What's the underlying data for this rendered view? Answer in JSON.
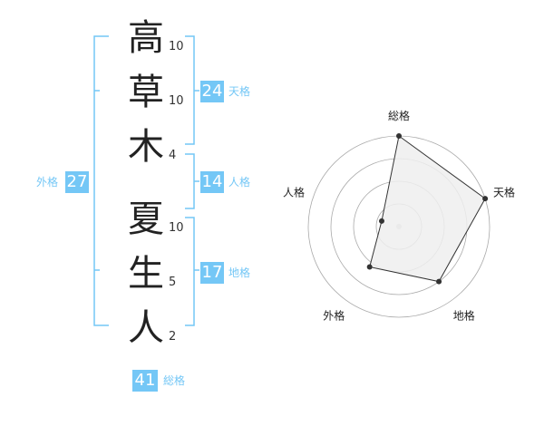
{
  "name": {
    "chars": [
      {
        "char": "高",
        "strokes": "10"
      },
      {
        "char": "草",
        "strokes": "10"
      },
      {
        "char": "木",
        "strokes": "4"
      },
      {
        "char": "夏",
        "strokes": "10"
      },
      {
        "char": "生",
        "strokes": "5"
      },
      {
        "char": "人",
        "strokes": "2"
      }
    ]
  },
  "kaku": {
    "tenkaku": {
      "value": "24",
      "label": "天格"
    },
    "jinkaku": {
      "value": "14",
      "label": "人格"
    },
    "chikaku": {
      "value": "17",
      "label": "地格"
    },
    "gaikaku": {
      "value": "27",
      "label": "外格"
    },
    "soukaku": {
      "value": "41",
      "label": "総格"
    }
  },
  "chart_data": {
    "type": "radar",
    "categories": [
      "総格",
      "天格",
      "地格",
      "外格",
      "人格"
    ],
    "values": [
      1.0,
      1.0,
      0.75,
      0.55,
      0.2
    ],
    "rmax": 1.0,
    "grid_rings": 4
  },
  "colors": {
    "accent": "#74c7f6",
    "bracket": "#74c7f6",
    "radar_fill": "#eeeeee",
    "radar_stroke": "#333333",
    "grid": "#aaaaaa"
  }
}
